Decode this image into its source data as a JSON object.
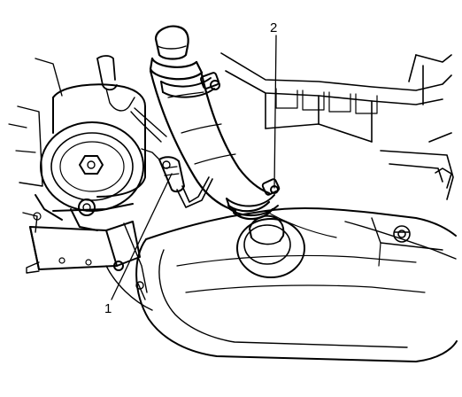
{
  "diagram": {
    "callouts": [
      {
        "id": "1",
        "label": "1",
        "part": "fuel-filler-hose-clamp-lower"
      },
      {
        "id": "2",
        "label": "2",
        "part": "fuel-filler-hose-clamp-upper"
      }
    ],
    "colors": {
      "line": "#000000",
      "background": "#ffffff"
    }
  }
}
